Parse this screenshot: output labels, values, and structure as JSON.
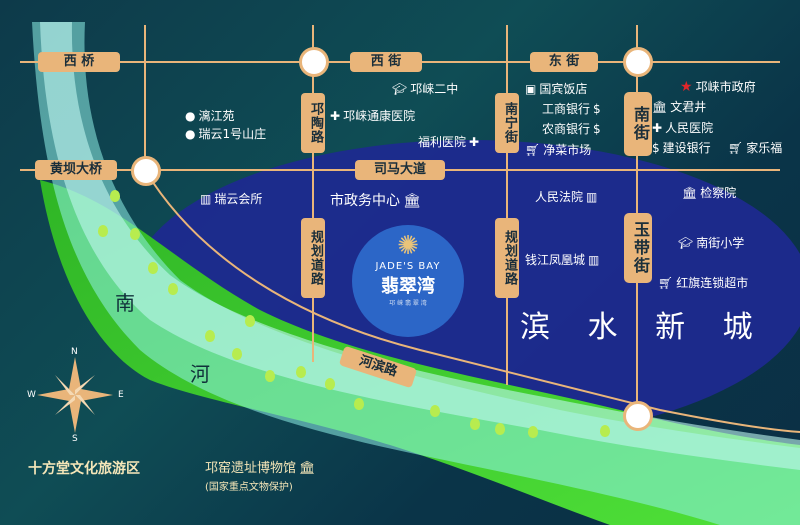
{
  "roads": {
    "xiqiao": "西 桥",
    "xijie": "西 街",
    "dongjie": "东 街",
    "huangbadaqiao": "黄坝大桥",
    "simadadao": "司马大道",
    "qiongtaolu": "邛陶路",
    "nanningjie": "南宁街",
    "nanjie": "南街",
    "guihualu_left": "规划道路",
    "guihualu_right": "规划道路",
    "yudaijie": "玉带街",
    "hebinlu": "河滨路"
  },
  "pois": {
    "lijiangyuan": "漓江苑",
    "ruiyun": "瑞云1号山庄",
    "ruiyunhuisuo": "瑞云会所",
    "qionglaierzhong": "邛崃二中",
    "tongkang": "邛崃通康医院",
    "fuliyiyuan": "福利医院",
    "shizhengwu": "市政务中心",
    "guobin": "国宾饭店",
    "gongshang": "工商银行",
    "nongshang": "农商银行",
    "jingcai": "净菜市场",
    "renminfayuan": "人民法院",
    "qianjiang": "钱江凤凰城",
    "zhengfu": "邛崃市政府",
    "wenjunjing": "文君井",
    "renminyiyuan": "人民医院",
    "jianshe": "建设银行",
    "jialefu": "家乐福",
    "jianchayuan": "检察院",
    "nanjiexiaoxue": "南街小学",
    "hongqi": "红旗连锁超市",
    "shifangtang": "十方堂文化旅游区",
    "qiongyao": "邛窑遗址博物馆",
    "qiongyao_note": "(国家重点文物保护)"
  },
  "district": "滨 水 新 城",
  "river": {
    "nan": "南",
    "he": "河"
  },
  "logo": {
    "en": "JADE'S BAY",
    "cn": "翡翠湾",
    "sub": "邛 崃 翡 翠 湾"
  },
  "compass": {
    "n": "N",
    "s": "S",
    "e": "E",
    "w": "W"
  },
  "colors": {
    "road": "#e9b57a",
    "river": "#8ff0e8",
    "green": "#3fcf2e",
    "district": "#232a8a",
    "logo": "#2c66c7"
  }
}
